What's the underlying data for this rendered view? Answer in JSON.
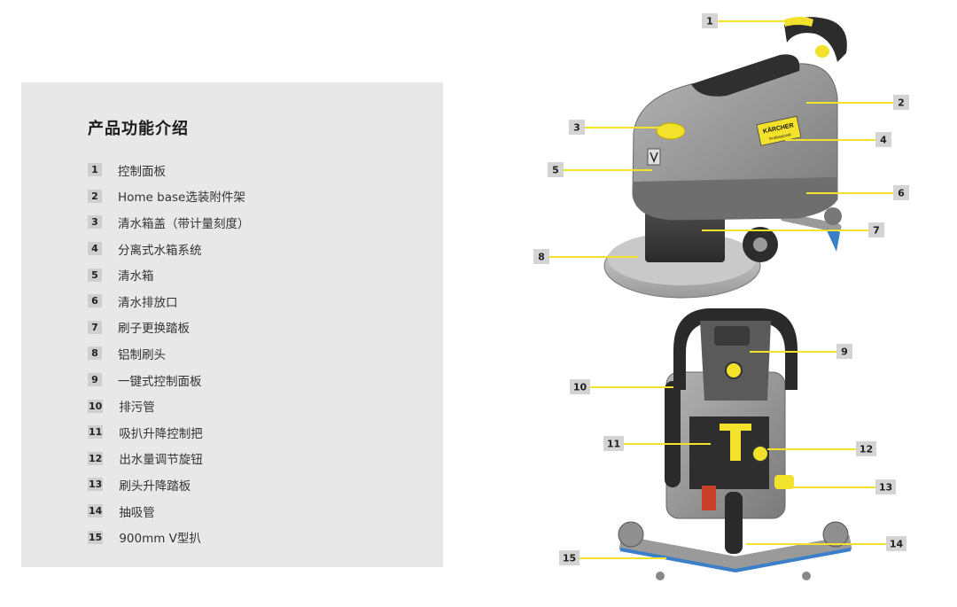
{
  "panel": {
    "title": "产品功能介绍",
    "items": [
      {
        "num": "1",
        "label": "控制面板"
      },
      {
        "num": "2",
        "label": "Home base选装附件架"
      },
      {
        "num": "3",
        "label": "清水箱盖（带计量刻度）"
      },
      {
        "num": "4",
        "label": "分离式水箱系统"
      },
      {
        "num": "5",
        "label": "清水箱"
      },
      {
        "num": "6",
        "label": "清水排放口"
      },
      {
        "num": "7",
        "label": "刷子更换踏板"
      },
      {
        "num": "8",
        "label": "铝制刷头"
      },
      {
        "num": "9",
        "label": "一键式控制面板"
      },
      {
        "num": "10",
        "label": "排污管"
      },
      {
        "num": "11",
        "label": "吸扒升降控制把"
      },
      {
        "num": "12",
        "label": "出水量调节旋钮"
      },
      {
        "num": "13",
        "label": "刷头升降踏板"
      },
      {
        "num": "14",
        "label": "抽吸管"
      },
      {
        "num": "15",
        "label": "900mm V型扒"
      }
    ]
  },
  "diagram": {
    "brand_label": "KÄRCHER",
    "brand_sublabel": "Professional",
    "callouts": [
      "1",
      "2",
      "3",
      "4",
      "5",
      "6",
      "7",
      "8",
      "9",
      "10",
      "11",
      "12",
      "13",
      "14",
      "15"
    ]
  },
  "colors": {
    "callout_line": "#f2e22c",
    "machine_body": "#8c8c8c",
    "accent_yellow": "#f2e22c",
    "squeegee_blue": "#3a7fc8"
  }
}
